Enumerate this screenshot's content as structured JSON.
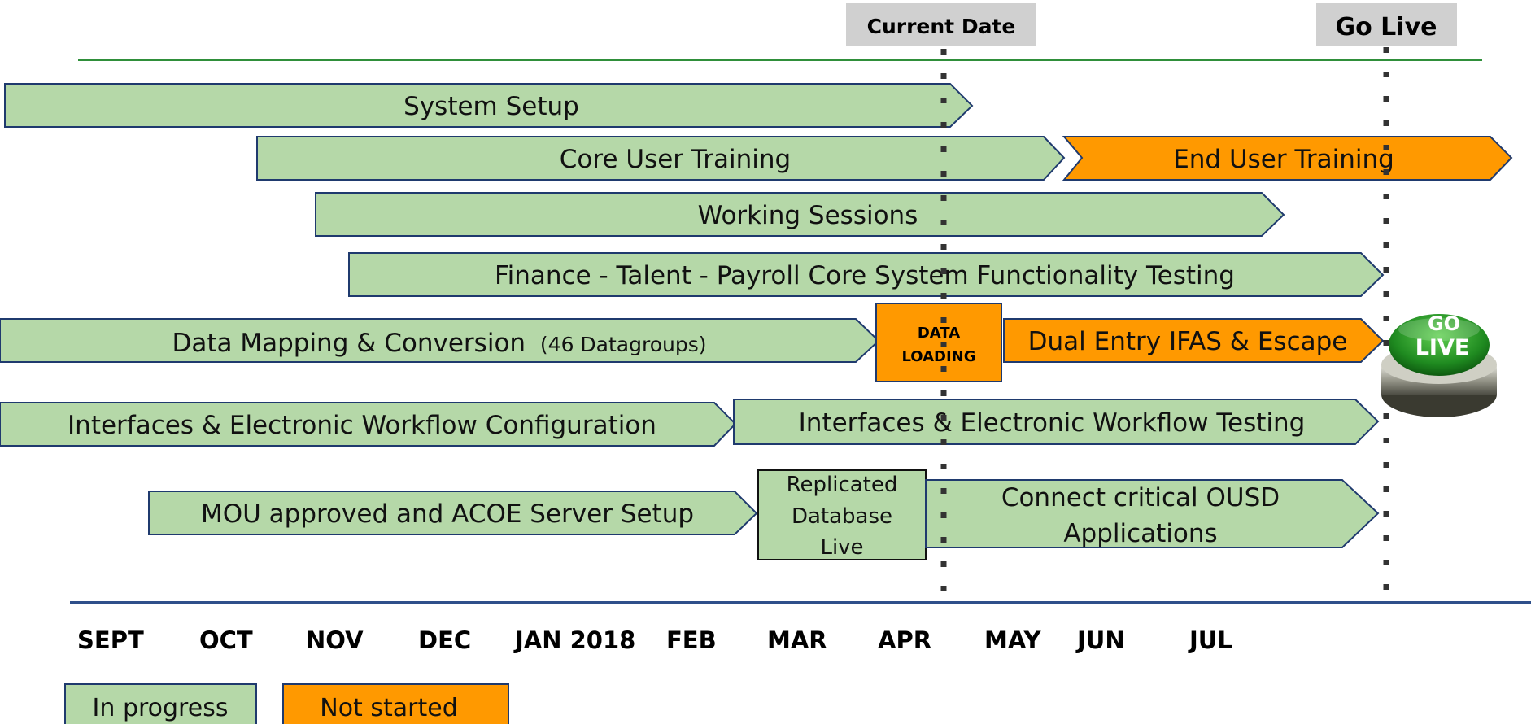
{
  "markers": {
    "current_date": "Current Date",
    "go_live": "Go Live"
  },
  "tasks": {
    "system_setup": "System Setup",
    "core_user_training": "Core User Training",
    "end_user_training": "End User Training",
    "working_sessions": "Working Sessions",
    "functionality_testing": "Finance - Talent - Payroll Core System Functionality Testing",
    "data_mapping": "Data Mapping & Conversion",
    "data_mapping_sub": "(46 Datagroups)",
    "data_loading_1": "DATA",
    "data_loading_2": "LOADING",
    "dual_entry": "Dual Entry IFAS & Escape",
    "interfaces_config": "Interfaces & Electronic Workflow Configuration",
    "interfaces_testing": "Interfaces & Electronic Workflow Testing",
    "mou": "MOU approved and ACOE Server Setup",
    "replicated_1": "Replicated",
    "replicated_2": "Database",
    "replicated_3": "Live",
    "connect_1": "Connect critical  OUSD",
    "connect_2": "Applications"
  },
  "go_live_button": {
    "line1": "GO",
    "line2": "LIVE"
  },
  "months": [
    "SEPT",
    "OCT",
    "NOV",
    "DEC",
    "JAN 2018",
    "FEB",
    "MAR",
    "APR",
    "MAY",
    "JUN",
    "JUL"
  ],
  "legend": {
    "in_progress": "In progress",
    "not_started": "Not started"
  },
  "colors": {
    "in_progress": "#b5d8a8",
    "not_started": "#ff9900",
    "border": "#1f3a6e",
    "axis": "#2e4f8a",
    "header_box": "#d0d0d0",
    "top_line": "#2f8f3a"
  }
}
